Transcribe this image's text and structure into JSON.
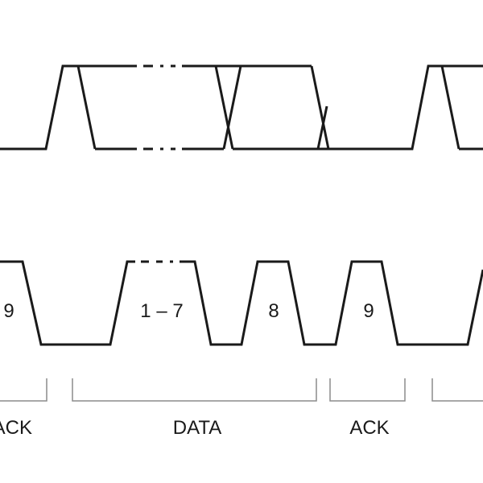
{
  "pulse_labels": {
    "bit_9_left": "9",
    "bits_1_7": "1 – 7",
    "bit_8": "8",
    "bit_9_right": "9"
  },
  "section_labels": {
    "ack_left": "ACK",
    "data": "DATA",
    "ack_right": "ACK"
  },
  "colors": {
    "waveform": "#1a1a1a",
    "bracket": "#8c8c8c",
    "background": "#ffffff"
  }
}
